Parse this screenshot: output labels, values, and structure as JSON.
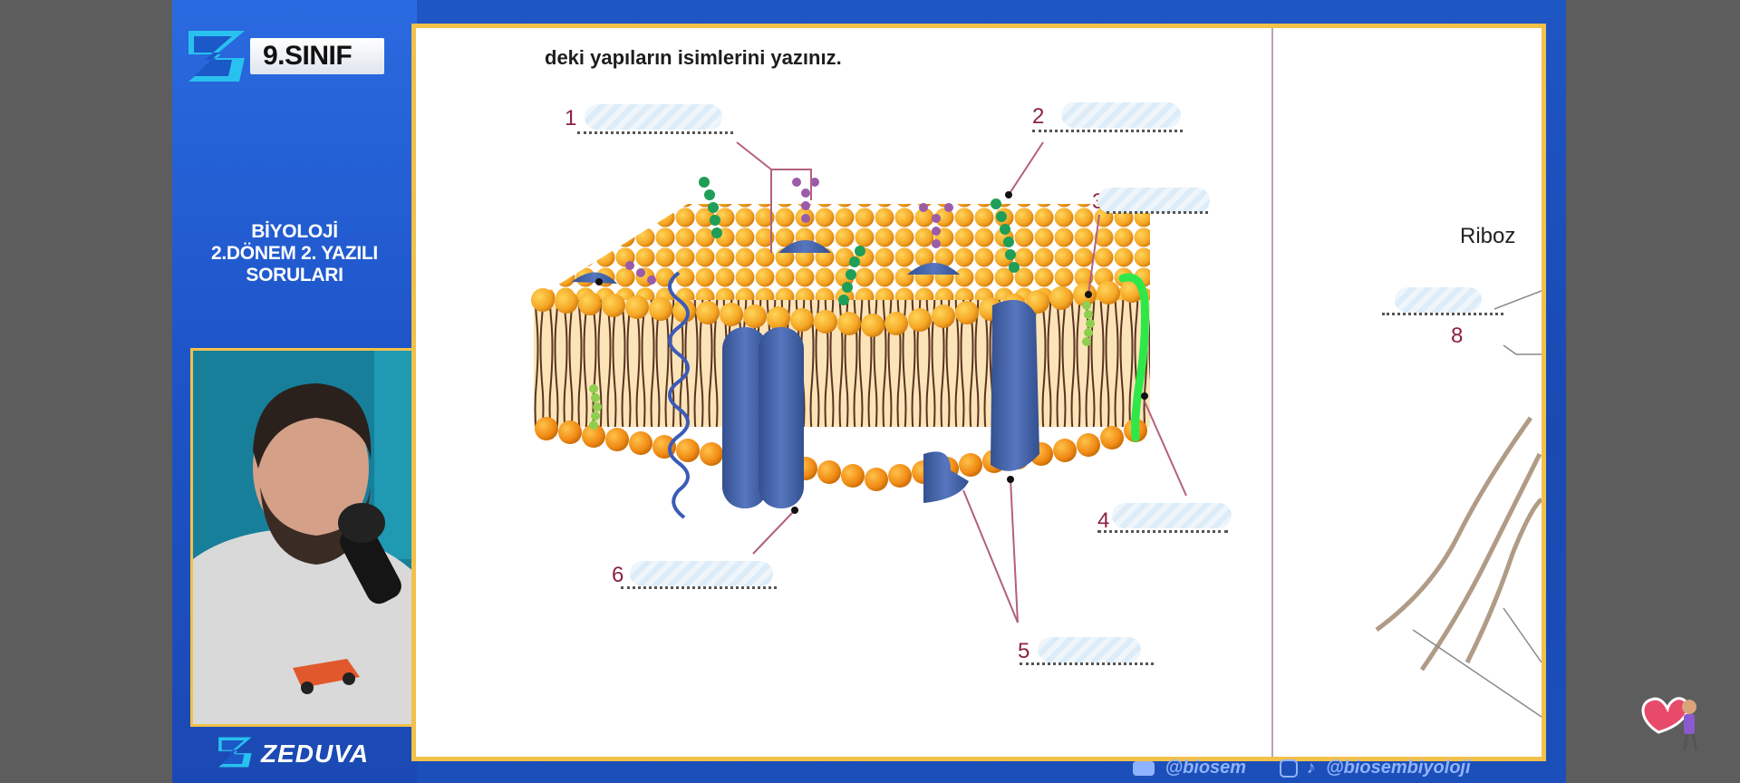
{
  "header": {
    "grade": "9.SINIF"
  },
  "sidebar": {
    "course_lines": [
      "BİYOLOJİ",
      "2.DÖNEM 2. YAZILI",
      "SORULARI"
    ]
  },
  "brand": {
    "name": "ZEDUVA"
  },
  "worksheet": {
    "question": "deki yapıların isimlerini yazınız.",
    "labels": [
      "1",
      "2",
      "3",
      "4",
      "5",
      "6",
      "8"
    ],
    "right_partial_text": "Riboz"
  },
  "footer": {
    "youtube": "@biosem",
    "insta_tiktok": "@biosembiyoloji"
  },
  "colors": {
    "frame_blue": "#1e56c4",
    "sheet_border": "#f2c14a",
    "label_color": "#8b2243",
    "membrane_head": "#f5a623",
    "protein_blue": "#4664a8",
    "carbohydrate_green": "#1f9e57"
  },
  "icons": [
    "zeduva-logo-icon",
    "youtube-icon",
    "instagram-icon",
    "tiktok-icon",
    "heart-sticker-icon"
  ]
}
